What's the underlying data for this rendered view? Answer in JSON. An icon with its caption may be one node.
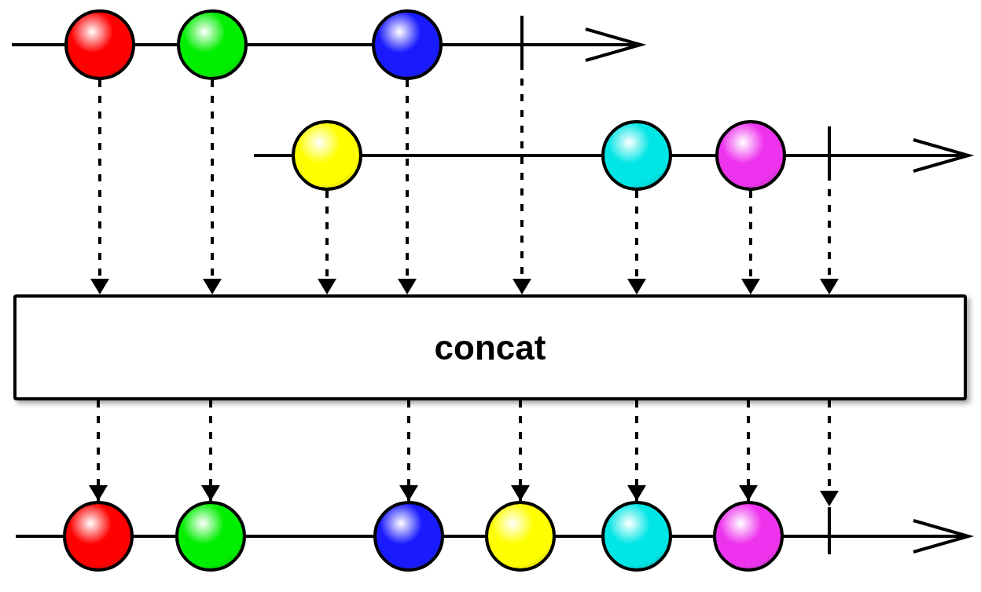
{
  "diagram": {
    "nodes": [
      {
        "text": [],
        "shape": "circle"
      },
      {
        "text": [],
        "shape": "circle"
      },
      {
        "text": [],
        "shape": "circle"
      },
      {
        "text": [],
        "shape": "bar"
      },
      {
        "text": [],
        "shape": "circle"
      },
      {
        "text": [],
        "shape": "circle"
      },
      {
        "text": [],
        "shape": "circle"
      },
      {
        "text": [],
        "shape": "bar"
      },
      {
        "text": [
          "concat"
        ]
      },
      {
        "text": [],
        "shape": "circle"
      },
      {
        "text": [],
        "shape": "circle"
      },
      {
        "text": [],
        "shape": "circle"
      },
      {
        "text": [],
        "shape": "circle"
      },
      {
        "text": [],
        "shape": "circle"
      },
      {
        "text": [],
        "shape": "circle"
      },
      {
        "text": [],
        "shape": "bar"
      }
    ],
    "edges": [
      {
        "from": 0,
        "to": 8,
        "arrow": "to",
        "style": "dashed"
      },
      {
        "from": 1,
        "to": 8,
        "arrow": "to",
        "style": "dashed"
      },
      {
        "from": 2,
        "to": 8,
        "arrow": "to",
        "style": "dashed"
      },
      {
        "from": 3,
        "to": 8,
        "arrow": "to",
        "style": "dashed"
      },
      {
        "from": 4,
        "to": 8,
        "arrow": "to",
        "style": "dashed"
      },
      {
        "from": 5,
        "to": 8,
        "arrow": "to",
        "style": "dashed"
      },
      {
        "from": 6,
        "to": 8,
        "arrow": "to",
        "style": "dashed"
      },
      {
        "from": 7,
        "to": 8,
        "arrow": "to",
        "style": "dashed"
      },
      {
        "from": 8,
        "to": 9,
        "arrow": "to",
        "style": "dashed"
      },
      {
        "from": 8,
        "to": 10,
        "arrow": "to",
        "style": "dashed"
      },
      {
        "from": 8,
        "to": 11,
        "arrow": "to",
        "style": "dashed"
      },
      {
        "from": 8,
        "to": 12,
        "arrow": "to",
        "style": "dashed"
      },
      {
        "from": 8,
        "to": 13,
        "arrow": "to",
        "style": "dashed"
      },
      {
        "from": 8,
        "to": 14,
        "arrow": "to",
        "style": "dashed"
      },
      {
        "from": 8,
        "to": 15,
        "arrow": "to",
        "style": "dashed"
      }
    ]
  }
}
